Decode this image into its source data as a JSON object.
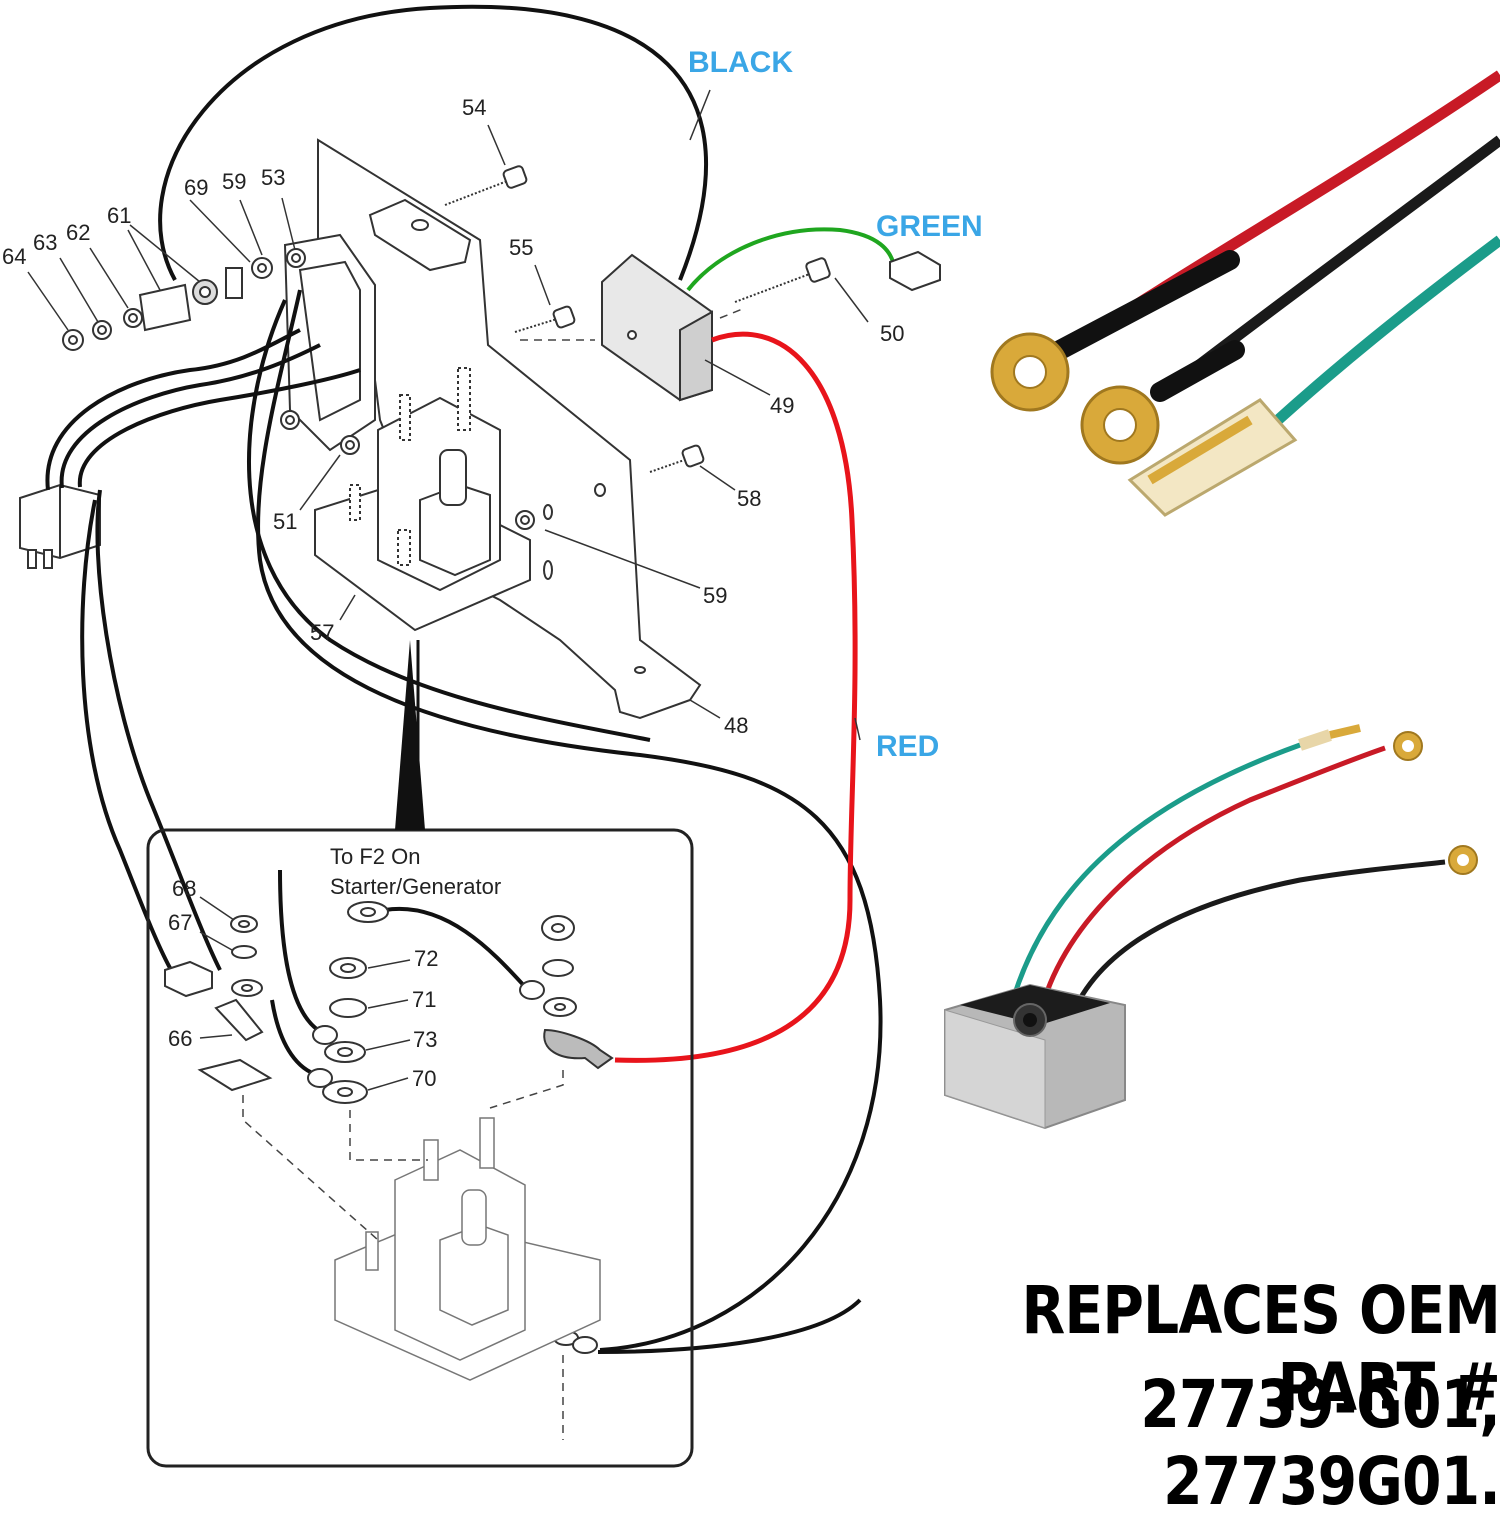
{
  "wire_labels": {
    "black": "BLACK",
    "green": "GREEN",
    "red": "RED"
  },
  "callouts": {
    "c54": "54",
    "c69": "69",
    "c59a": "59",
    "c53": "53",
    "c61": "61",
    "c64": "64",
    "c63": "63",
    "c62": "62",
    "c55": "55",
    "c50": "50",
    "c49": "49",
    "c58": "58",
    "c51": "51",
    "c59b": "59",
    "c57": "57",
    "c48": "48",
    "c68": "68",
    "c67": "67",
    "c72": "72",
    "c71": "71",
    "c73": "73",
    "c66": "66",
    "c70": "70"
  },
  "inset": {
    "note_line1": "To F2 On",
    "note_line2": "Starter/Generator"
  },
  "headline": {
    "line1": "REPLACES OEM PART #",
    "line2": "27739-G01, 27739G01."
  },
  "colors": {
    "black_wire": "#111111",
    "red_wire": "#e8141b",
    "green_wire": "#1fa61f",
    "teal_wire": "#1b9c8a",
    "label_blue": "#3aa6e6",
    "brass": "#d9a93a"
  }
}
